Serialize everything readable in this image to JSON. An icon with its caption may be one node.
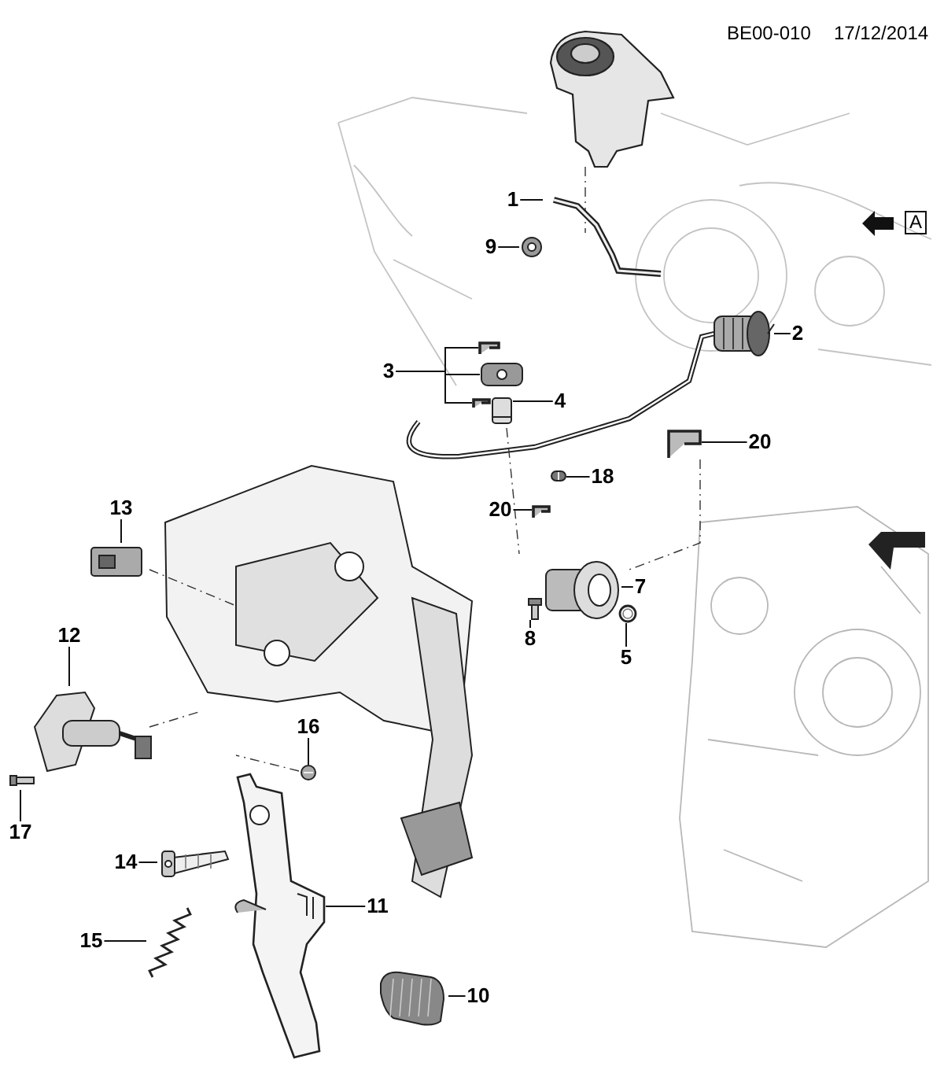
{
  "diagram": {
    "nodes": [
      {
        "text": [
          "1"
        ]
      },
      {
        "text": [],
        "shape": "picture"
      },
      {
        "text": [
          "9"
        ]
      },
      {
        "text": [],
        "shape": "picture"
      },
      {
        "text": [
          "2"
        ]
      },
      {
        "text": [],
        "shape": "picture"
      },
      {
        "text": [
          "3"
        ]
      },
      {
        "text": [],
        "shape": "picture"
      },
      {
        "text": [],
        "shape": "picture"
      },
      {
        "text": [],
        "shape": "picture"
      },
      {
        "text": [
          "4"
        ]
      },
      {
        "text": [],
        "shape": "picture"
      },
      {
        "text": [
          "20"
        ]
      },
      {
        "text": [],
        "shape": "picture"
      },
      {
        "text": [
          "18"
        ]
      },
      {
        "text": [],
        "shape": "picture"
      },
      {
        "text": [
          "20"
        ]
      },
      {
        "text": [],
        "shape": "picture"
      },
      {
        "text": [
          "13"
        ]
      },
      {
        "text": [],
        "shape": "picture"
      },
      {
        "text": [
          "7"
        ]
      },
      {
        "text": [],
        "shape": "picture"
      },
      {
        "text": [
          "8"
        ]
      },
      {
        "text": [],
        "shape": "picture"
      },
      {
        "text": [
          "5"
        ]
      },
      {
        "text": [],
        "shape": "picture"
      },
      {
        "text": [
          "12"
        ]
      },
      {
        "text": [],
        "shape": "picture"
      },
      {
        "text": [
          "16"
        ]
      },
      {
        "text": [],
        "shape": "picture"
      },
      {
        "text": [
          "17"
        ]
      },
      {
        "text": [],
        "shape": "picture"
      },
      {
        "text": [
          "14"
        ]
      },
      {
        "text": [],
        "shape": "picture"
      },
      {
        "text": [
          "15"
        ]
      },
      {
        "text": [],
        "shape": "picture"
      },
      {
        "text": [
          "11"
        ]
      },
      {
        "text": [],
        "shape": "picture"
      },
      {
        "text": [
          "10"
        ]
      },
      {
        "text": [],
        "shape": "picture"
      }
    ],
    "edges": [
      {
        "from": 0,
        "to": 1,
        "arrow": "none"
      },
      {
        "from": 2,
        "to": 3,
        "arrow": "none"
      },
      {
        "from": 4,
        "to": 5,
        "arrow": "none"
      },
      {
        "from": 6,
        "to": 7,
        "arrow": "none"
      },
      {
        "from": 6,
        "to": 8,
        "arrow": "none"
      },
      {
        "from": 6,
        "to": 9,
        "arrow": "none"
      },
      {
        "from": 10,
        "to": 11,
        "arrow": "none"
      },
      {
        "from": 12,
        "to": 13,
        "arrow": "none"
      },
      {
        "from": 14,
        "to": 15,
        "arrow": "none"
      },
      {
        "from": 16,
        "to": 17,
        "arrow": "none"
      },
      {
        "from": 18,
        "to": 19,
        "arrow": "none"
      },
      {
        "from": 20,
        "to": 21,
        "arrow": "none"
      },
      {
        "from": 22,
        "to": 23,
        "arrow": "none"
      },
      {
        "from": 24,
        "to": 25,
        "arrow": "none"
      },
      {
        "from": 26,
        "to": 27,
        "arrow": "none"
      },
      {
        "from": 28,
        "to": 29,
        "arrow": "none"
      },
      {
        "from": 30,
        "to": 31,
        "arrow": "none"
      },
      {
        "from": 32,
        "to": 33,
        "arrow": "none"
      },
      {
        "from": 34,
        "to": 35,
        "arrow": "none"
      },
      {
        "from": 36,
        "to": 37,
        "arrow": "none"
      },
      {
        "from": 38,
        "to": 39,
        "arrow": "none"
      }
    ],
    "labels": [
      "BE00-010",
      "17/12/2014",
      "A"
    ]
  }
}
